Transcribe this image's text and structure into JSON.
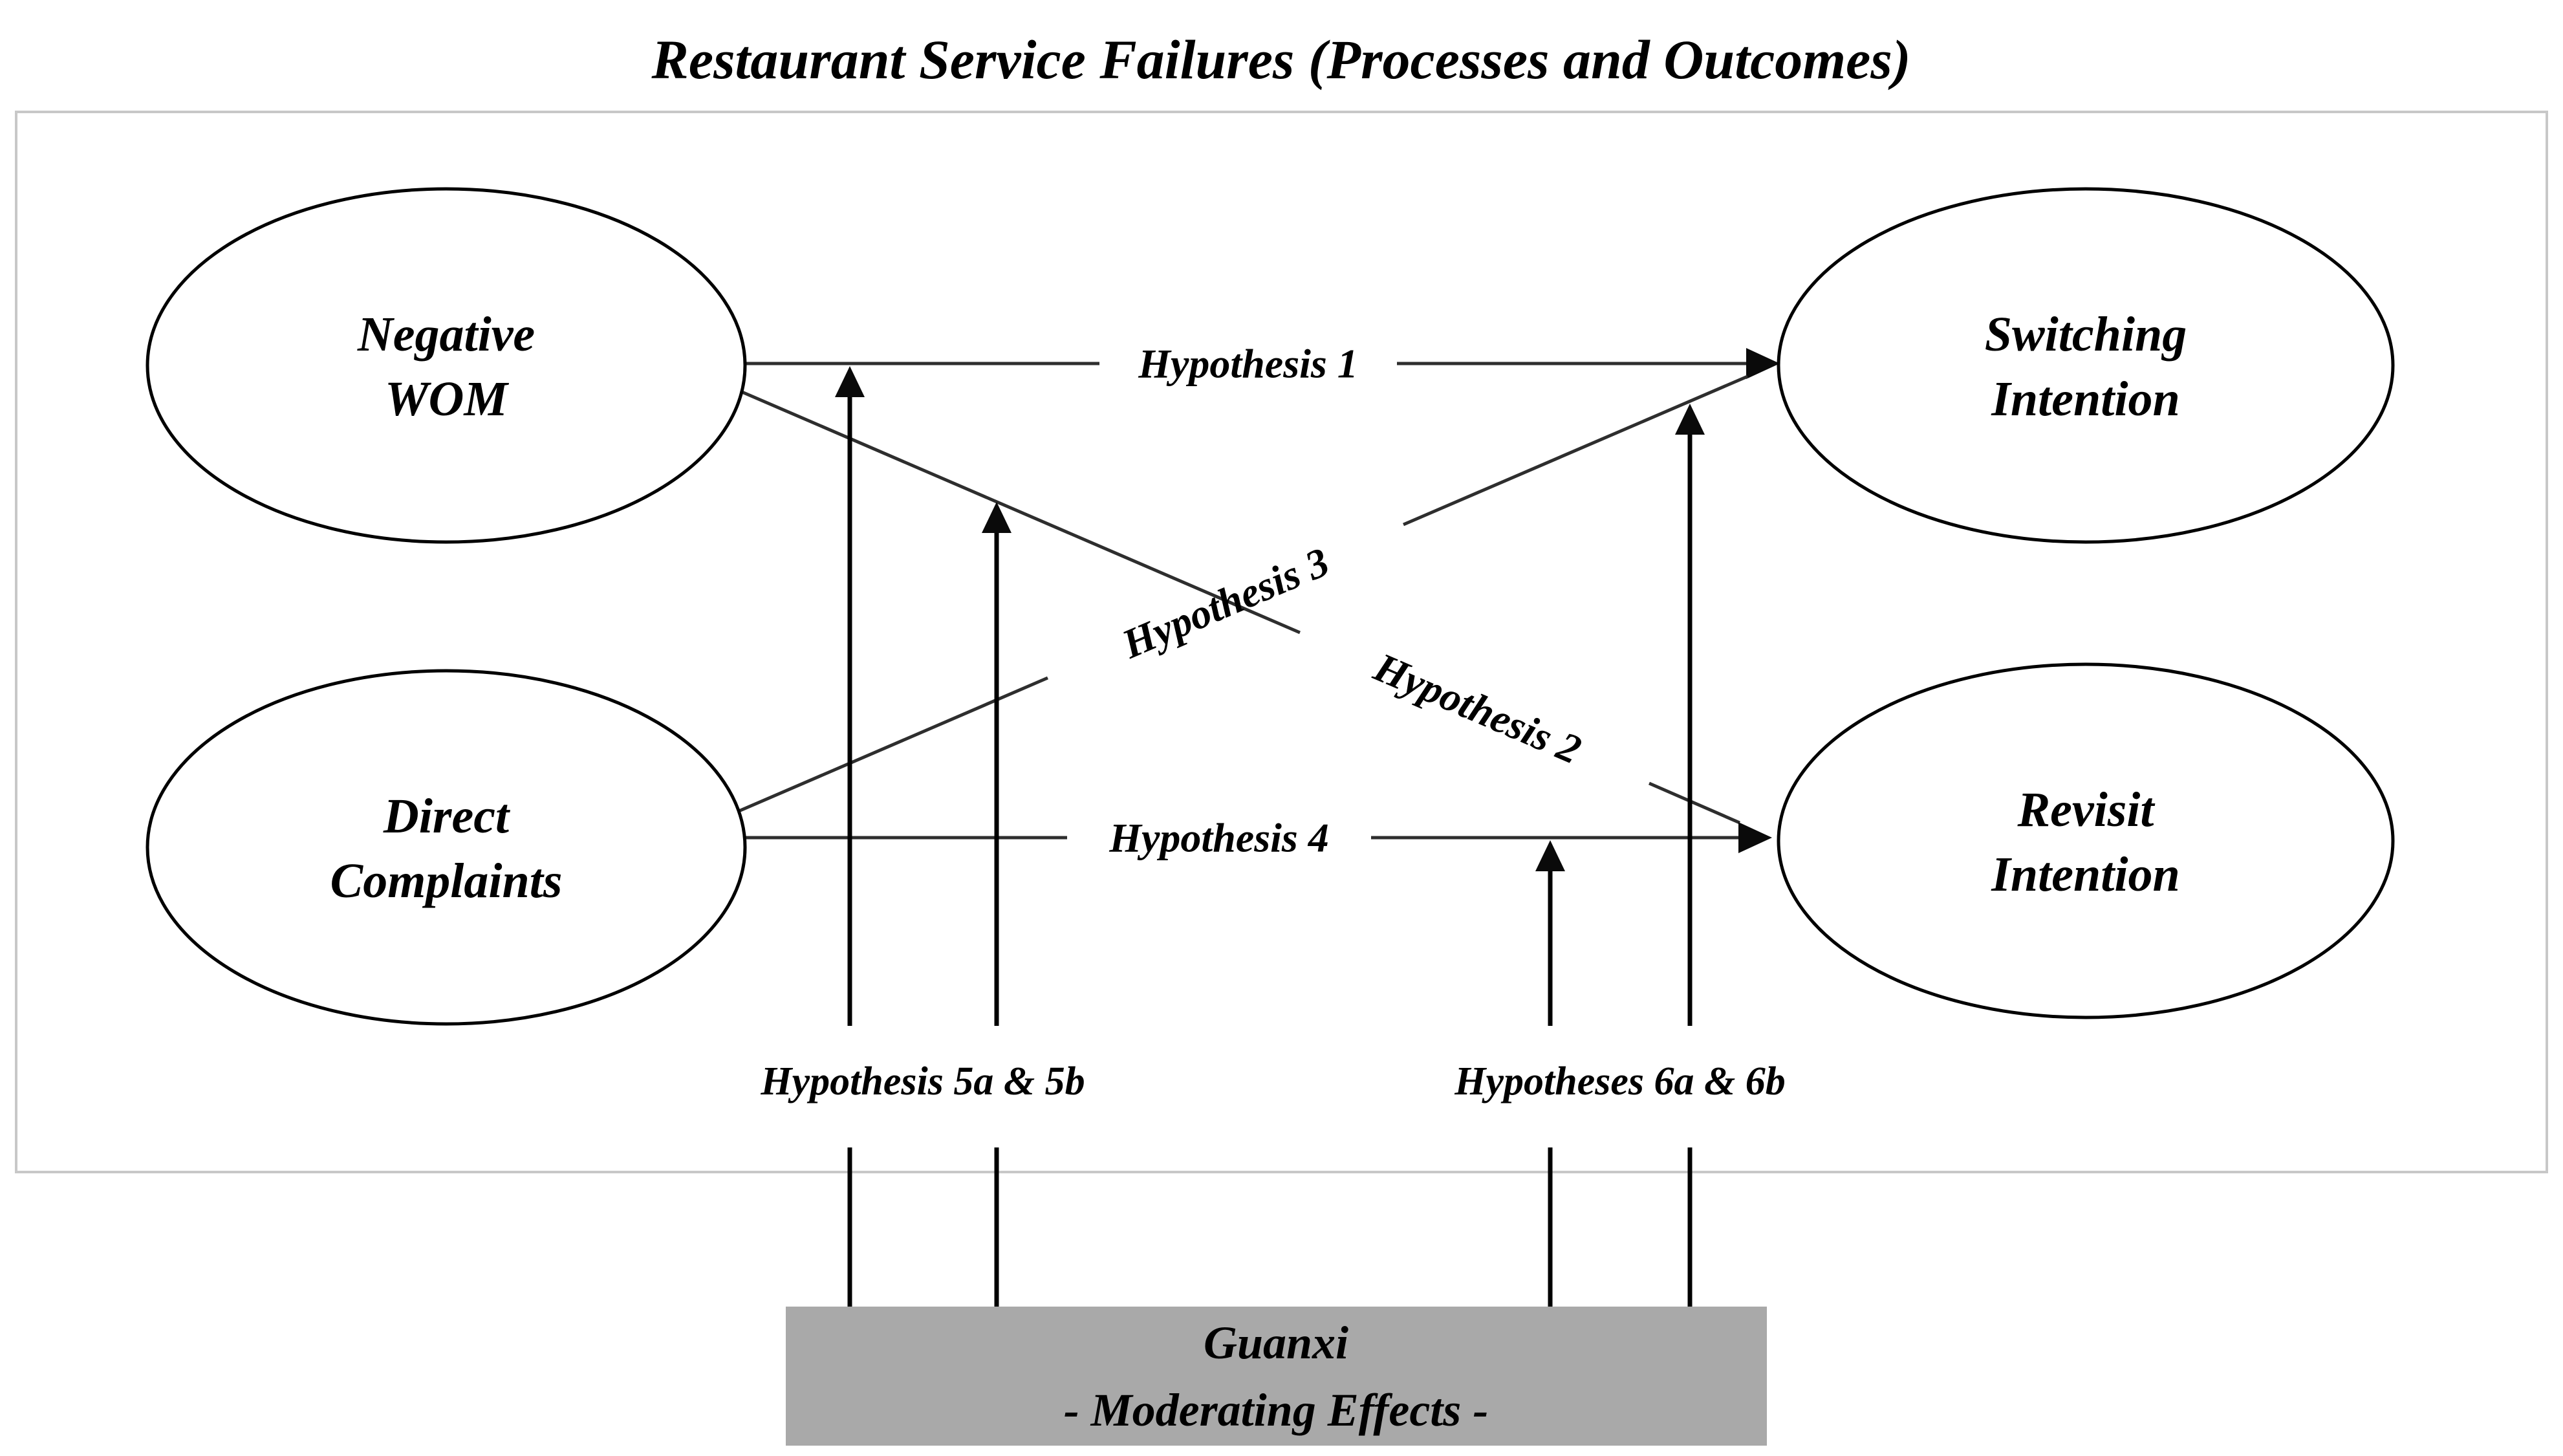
{
  "title": "Restaurant Service Failures (Processes and Outcomes)",
  "nodes": {
    "negative_wom": {
      "line1": "Negative",
      "line2": "WOM"
    },
    "direct_complaints": {
      "line1": "Direct",
      "line2": "Complaints"
    },
    "switching_intention": {
      "line1": "Switching",
      "line2": "Intention"
    },
    "revisit_intention": {
      "line1": "Revisit",
      "line2": "Intention"
    }
  },
  "edges": {
    "h1": {
      "label": "Hypothesis 1",
      "from": "Negative WOM",
      "to": "Switching Intention"
    },
    "h2": {
      "label": "Hypothesis 2",
      "from": "Negative WOM",
      "to": "Revisit Intention"
    },
    "h3": {
      "label": "Hypothesis 3",
      "from": "Direct Complaints",
      "to": "Switching Intention"
    },
    "h4": {
      "label": "Hypothesis 4",
      "from": "Direct Complaints",
      "to": "Revisit Intention"
    }
  },
  "moderation_arrows": {
    "h5": {
      "label": "Hypothesis 5a & 5b"
    },
    "h6": {
      "label": "Hypotheses 6a & 6b"
    }
  },
  "moderator_box": {
    "line1": "Guanxi",
    "line2": "- Moderating Effects -"
  },
  "colors": {
    "moderator_box_fill": "#a9a9a9",
    "node_fill": "#ffffff",
    "line_color": "#2e2e2e",
    "arrow_color": "#000000",
    "frame_border": "#c8c8c8",
    "text_color": "#000000"
  }
}
